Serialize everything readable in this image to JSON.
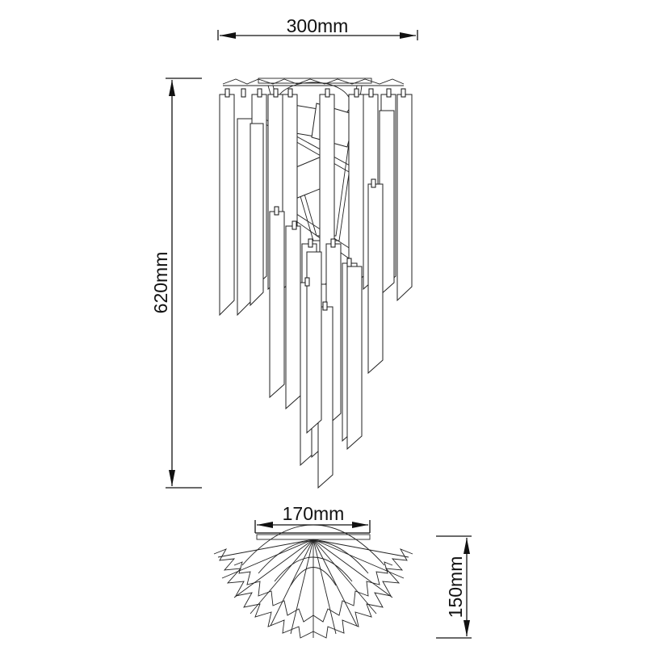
{
  "dimensions": {
    "width_top": "300mm",
    "height": "620mm",
    "backplate_width": "170mm",
    "depth": "150mm"
  },
  "colors": {
    "line": "#111111",
    "background": "#ffffff"
  }
}
